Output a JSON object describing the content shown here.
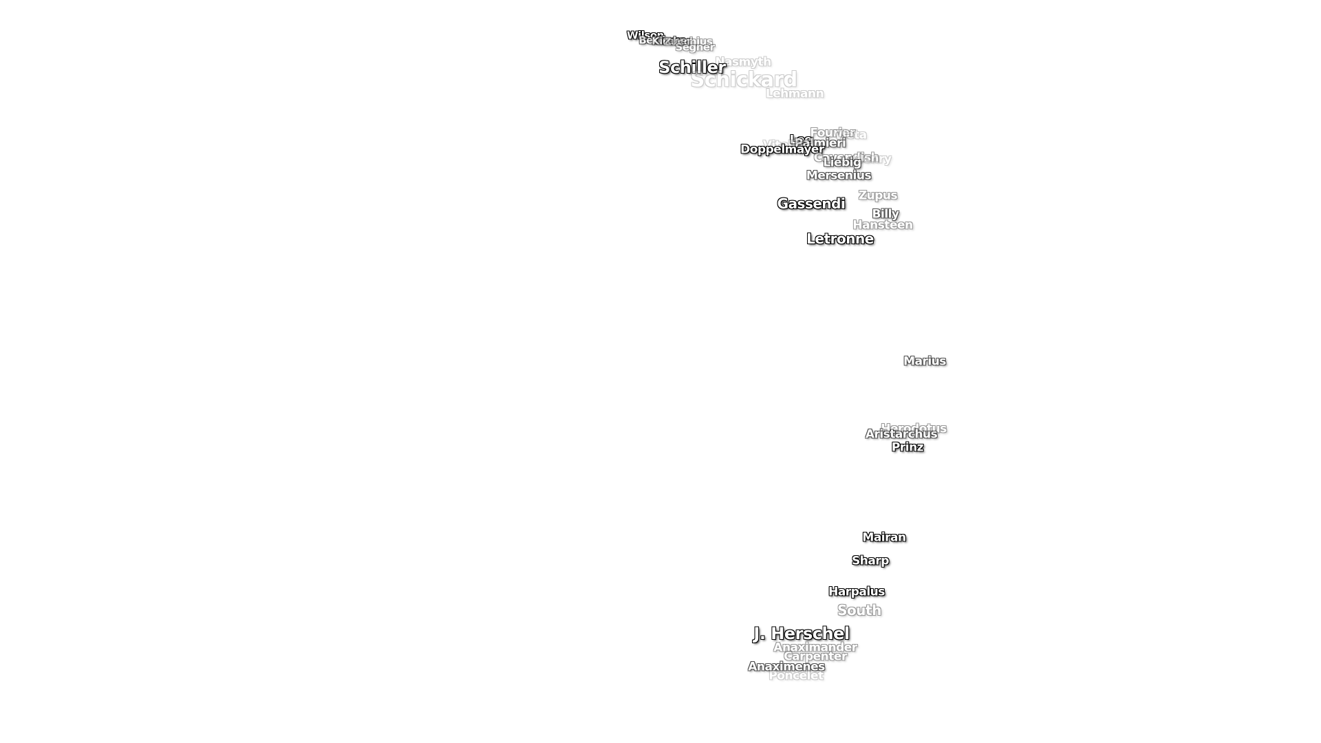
{
  "map": {
    "labels": {
      "wilson": "Wilson",
      "bettinus": "Bettinus",
      "kircher": "Kircher",
      "zucchius": "Zucchius",
      "segner": "Segner",
      "nasmyth": "Nasmyth",
      "schiller": "Schiller",
      "schickard": "Schickard",
      "lehmann": "Lehmann",
      "fourier": "Fourier",
      "vieta": "Vieta",
      "lee": "Lee",
      "palmieri": "Palmieri",
      "vitello": "Vitello",
      "doppelmayer": "Doppelmayer",
      "cavendish": "Cavendish",
      "henry": "Henry",
      "liebig": "Liebig",
      "mersenius": "Mersenius",
      "zupus": "Zupus",
      "gassendi": "Gassendi",
      "billy": "Billy",
      "hansteen": "Hansteen",
      "letronne": "Letronne",
      "marius": "Marius",
      "herodotus": "Herodotus",
      "aristarchus": "Aristarchus",
      "prinz": "Prinz",
      "mairan": "Mairan",
      "sharp": "Sharp",
      "harpalus": "Harpalus",
      "south": "South",
      "j_herschel": "J. Herschel",
      "anaximander": "Anaximander",
      "carpenter": "Carpenter",
      "anaximenes": "Anaximenes",
      "poncelet": "Poncelet"
    }
  }
}
